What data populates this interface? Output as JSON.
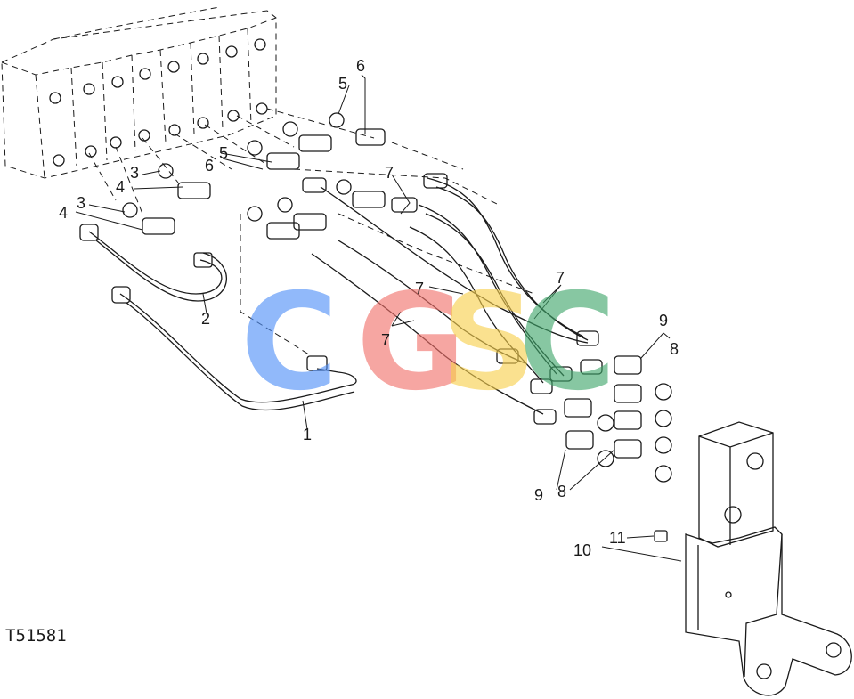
{
  "diagram": {
    "figure_code": "T51581",
    "callouts": {
      "c1": "1",
      "c2": "2",
      "c3a": "3",
      "c3b": "3",
      "c4a": "4",
      "c4b": "4",
      "c5a": "5",
      "c5b": "5",
      "c6a": "6",
      "c6b": "6",
      "c7a": "7",
      "c7b": "7",
      "c7c": "7",
      "c7d": "7",
      "c8a": "8",
      "c8b": "8",
      "c9a": "9",
      "c9b": "9",
      "c10": "10",
      "c11": "11"
    }
  },
  "watermark": {
    "letters": [
      "C",
      "G",
      "S",
      "C"
    ],
    "colors": [
      "#4f8ff7",
      "#f2706a",
      "#f7cf4c",
      "#3fa66a"
    ]
  }
}
